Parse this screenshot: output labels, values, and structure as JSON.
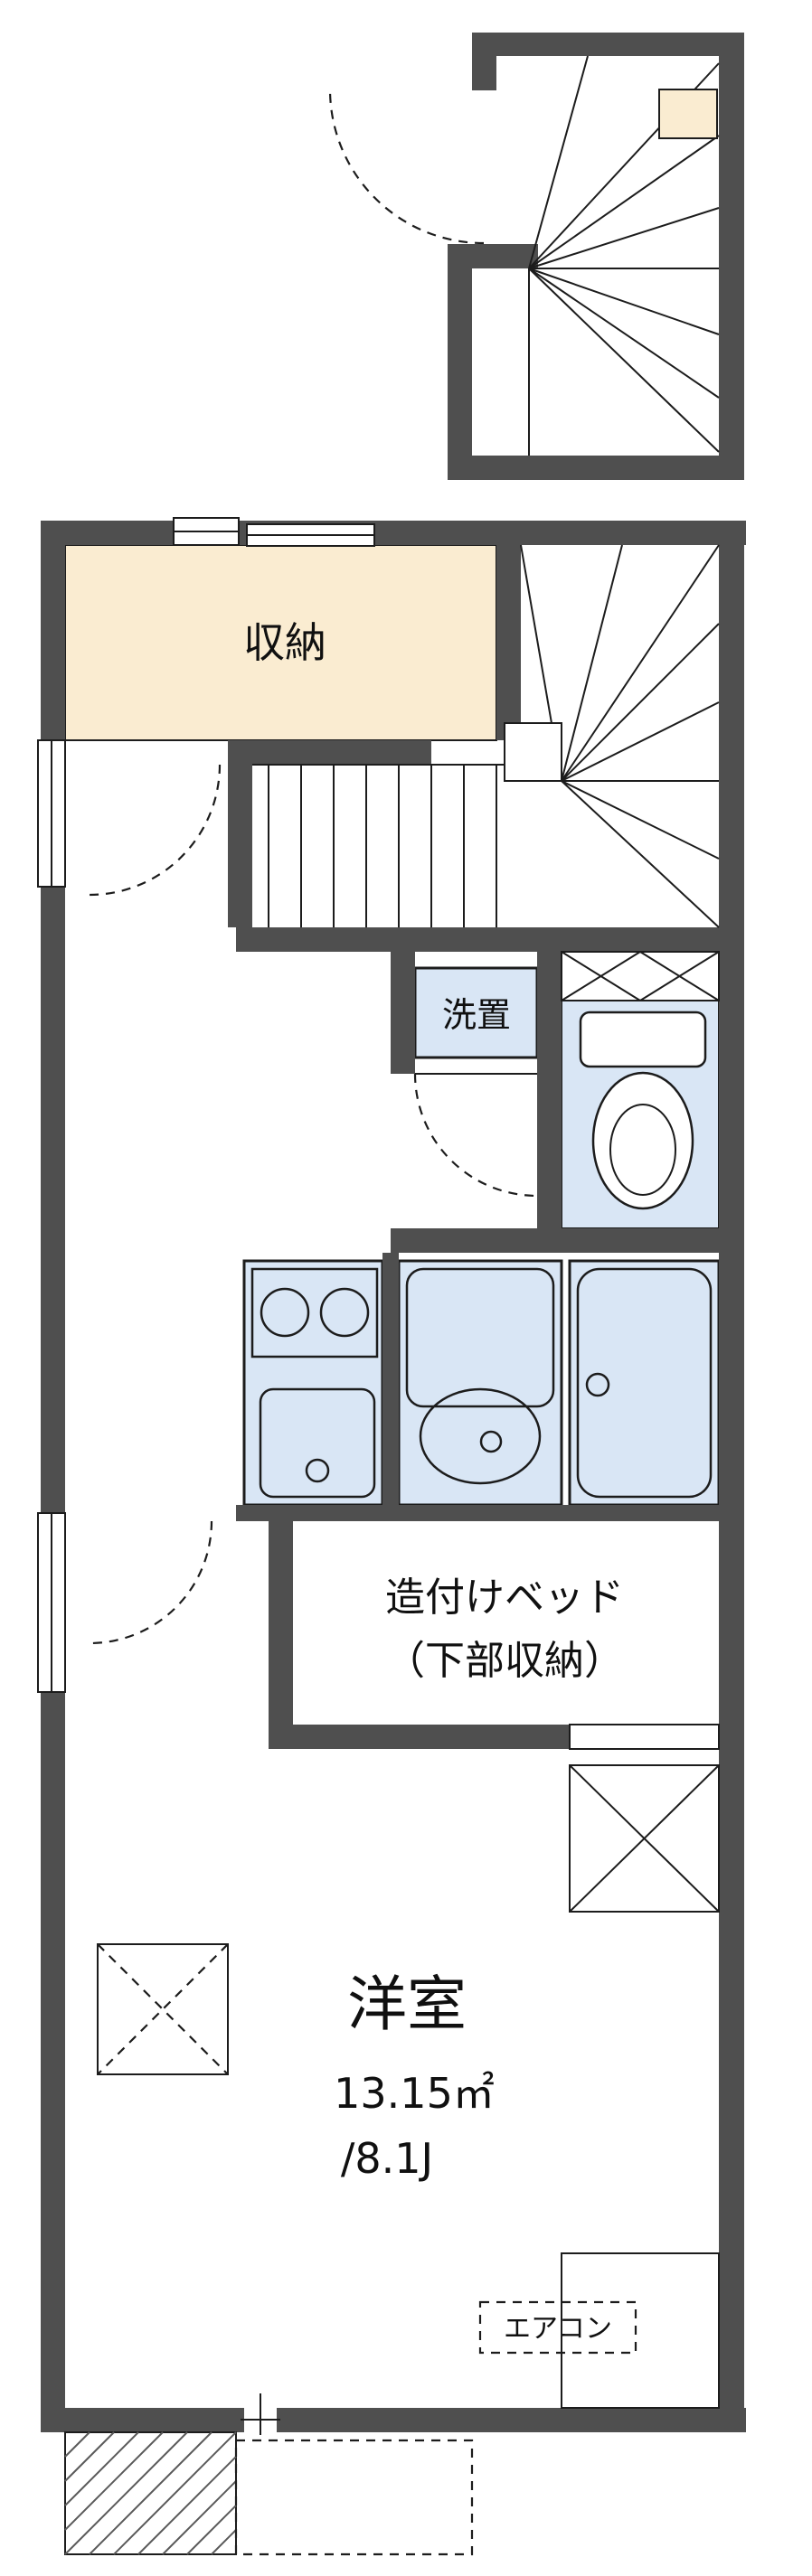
{
  "floorplan": {
    "labels": {
      "storage": "収納",
      "washer": "洗置",
      "bed_line1": "造付けベッド",
      "bed_line2": "（下部収納）",
      "room": "洋室",
      "area_sqm": "13.15㎡",
      "area_tatami": "/8.1J",
      "aircon": "エアコン"
    },
    "colors": {
      "wall": "#4f4f4f",
      "storage_fill": "#faecd1",
      "wet_fill": "#d9e6f5",
      "line": "#1c1c1c",
      "background": "#ffffff"
    }
  }
}
